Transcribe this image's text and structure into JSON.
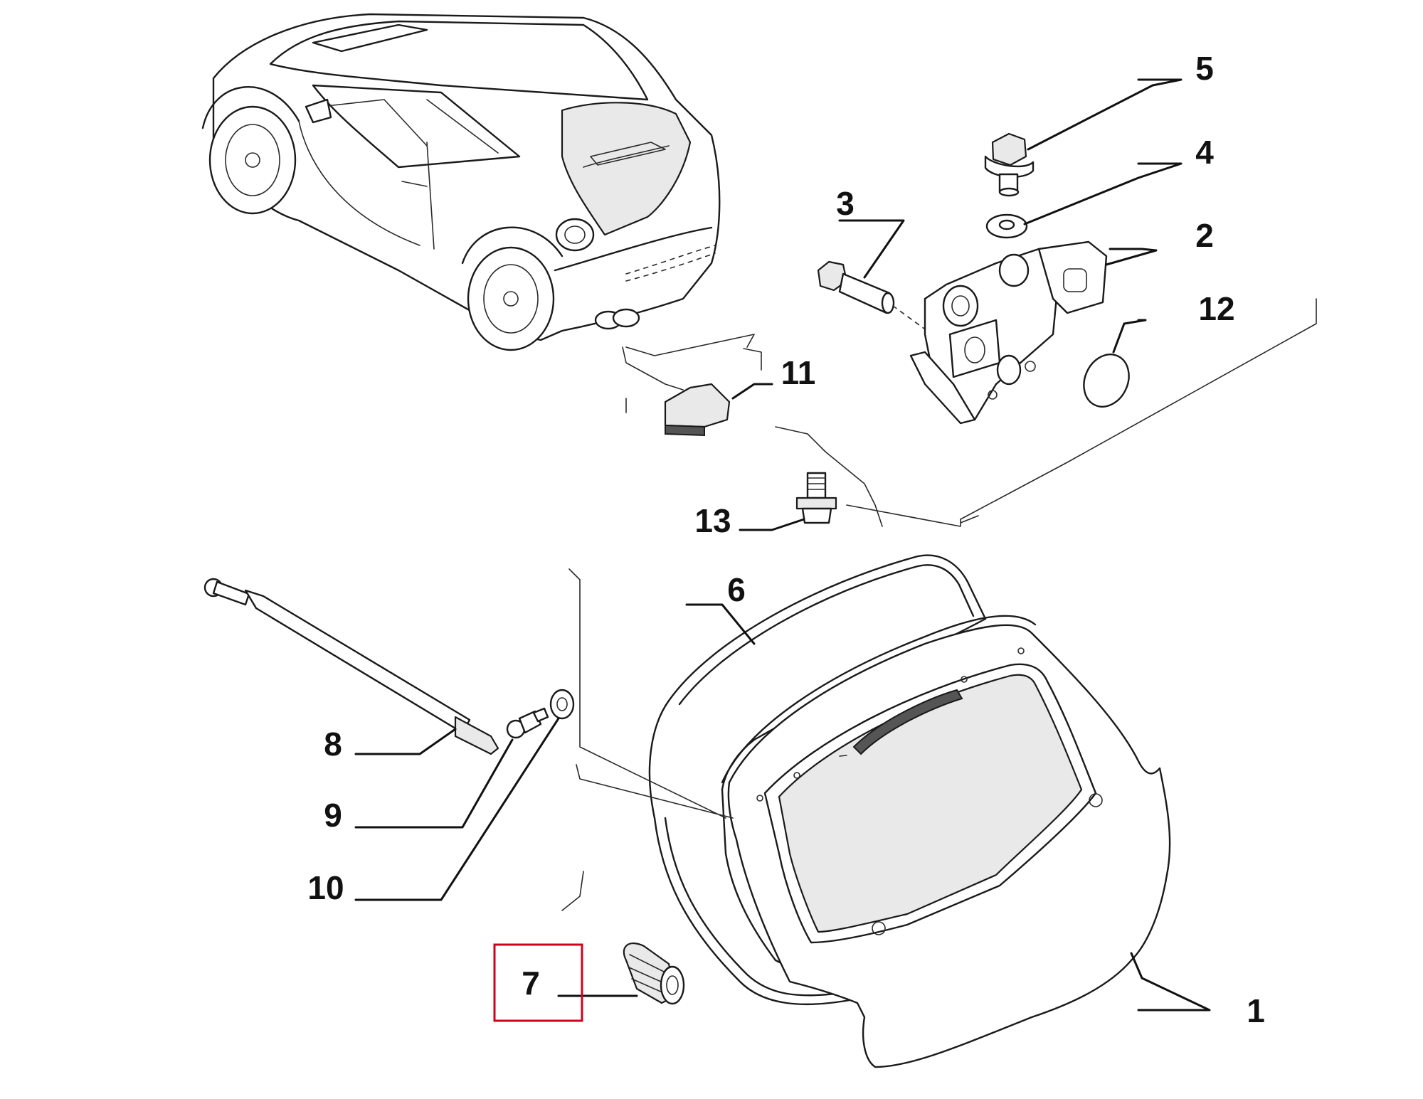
{
  "diagram": {
    "highlight_color": "#d0021b",
    "highlighted_part": "7",
    "callouts": [
      {
        "id": "c1",
        "label": "1"
      },
      {
        "id": "c2",
        "label": "2"
      },
      {
        "id": "c3",
        "label": "3"
      },
      {
        "id": "c4",
        "label": "4"
      },
      {
        "id": "c5",
        "label": "5"
      },
      {
        "id": "c6",
        "label": "6"
      },
      {
        "id": "c7",
        "label": "7"
      },
      {
        "id": "c8",
        "label": "8"
      },
      {
        "id": "c9",
        "label": "9"
      },
      {
        "id": "c10",
        "label": "10"
      },
      {
        "id": "c11",
        "label": "11"
      },
      {
        "id": "c12",
        "label": "12"
      },
      {
        "id": "c13",
        "label": "13"
      }
    ]
  }
}
